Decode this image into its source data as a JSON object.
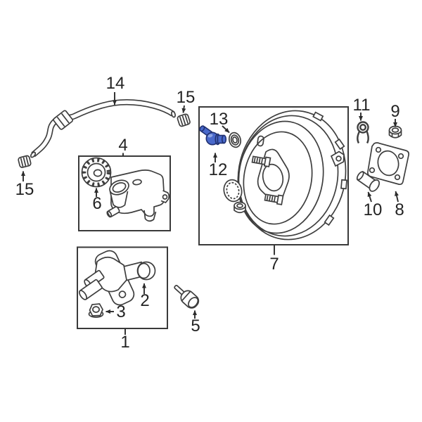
{
  "diagram": {
    "kind": "exploded-parts-diagram",
    "subject": "brake booster and master cylinder",
    "background": "#ffffff",
    "line_color": "#3e3e3e",
    "label_color": "#232323",
    "highlight_fill": "#4969cb",
    "highlight_stroke": "#20306f",
    "highlighted_callout": "12"
  },
  "callouts": [
    {
      "label": "14",
      "part": "reservoir-hose"
    },
    {
      "label": "15",
      "part": "hose-cap-left"
    },
    {
      "label": "15",
      "part": "hose-cap-right"
    },
    {
      "label": "4",
      "part": "reservoir-group-box"
    },
    {
      "label": "6",
      "part": "reservoir-cap"
    },
    {
      "label": "1",
      "part": "master-cylinder-group-box"
    },
    {
      "label": "2",
      "part": "master-cylinder"
    },
    {
      "label": "3",
      "part": "flange-nut-lower"
    },
    {
      "label": "5",
      "part": "fluid-level-sensor"
    },
    {
      "label": "7",
      "part": "brake-booster-box"
    },
    {
      "label": "12",
      "part": "vacuum-check-valve"
    },
    {
      "label": "13",
      "part": "valve-grommet"
    },
    {
      "label": "11",
      "part": "retaining-clip"
    },
    {
      "label": "9",
      "part": "booster-nut"
    },
    {
      "label": "10",
      "part": "spacer-bushing"
    },
    {
      "label": "8",
      "part": "booster-gasket"
    }
  ]
}
